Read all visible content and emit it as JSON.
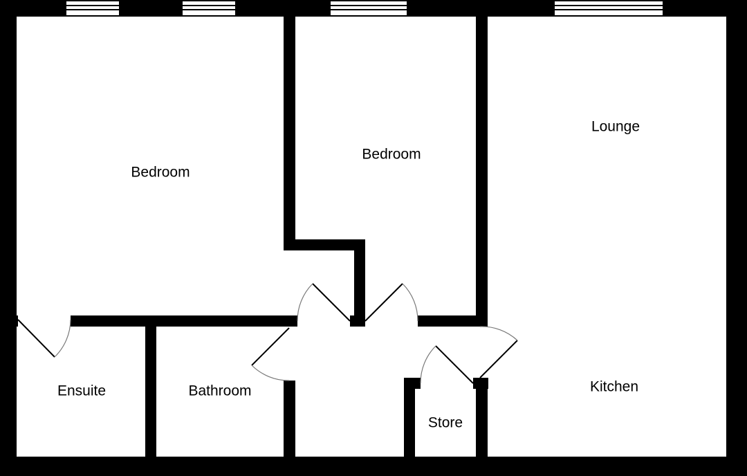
{
  "colors": {
    "wall": "#000000",
    "floor": "#ffffff",
    "text": "#000000",
    "door_arc": "#777777"
  },
  "rooms": [
    {
      "id": "bedroom-1",
      "label": "Bedroom"
    },
    {
      "id": "bedroom-2",
      "label": "Bedroom"
    },
    {
      "id": "lounge",
      "label": "Lounge"
    },
    {
      "id": "kitchen",
      "label": "Kitchen"
    },
    {
      "id": "ensuite",
      "label": "Ensuite"
    },
    {
      "id": "bathroom",
      "label": "Bathroom"
    },
    {
      "id": "store",
      "label": "Store"
    }
  ]
}
